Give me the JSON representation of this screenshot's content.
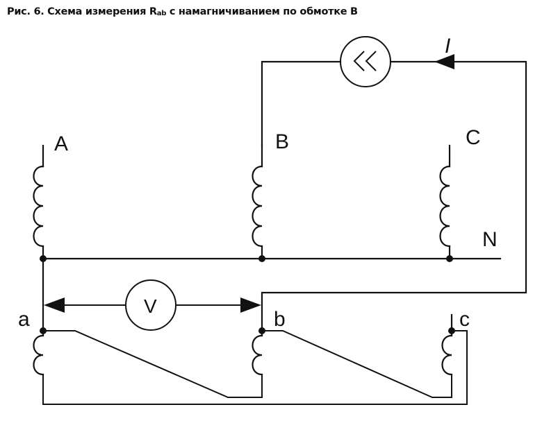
{
  "title": {
    "prefix": "Рис. 6. Схема измерения R",
    "subscript": "ab",
    "suffix": " с намагничиванием по обмотке В"
  },
  "labels": {
    "current": "I",
    "primary_a": "A",
    "primary_b": "B",
    "primary_c": "C",
    "neutral": "N",
    "secondary_a": "a",
    "secondary_b": "b",
    "secondary_c": "c",
    "voltmeter": "V"
  },
  "components": {
    "current_source_symbol": "<<",
    "current_source": "current-source-icon",
    "voltmeter": "voltmeter-icon"
  },
  "colors": {
    "line": "#111111",
    "background": "#ffffff"
  }
}
